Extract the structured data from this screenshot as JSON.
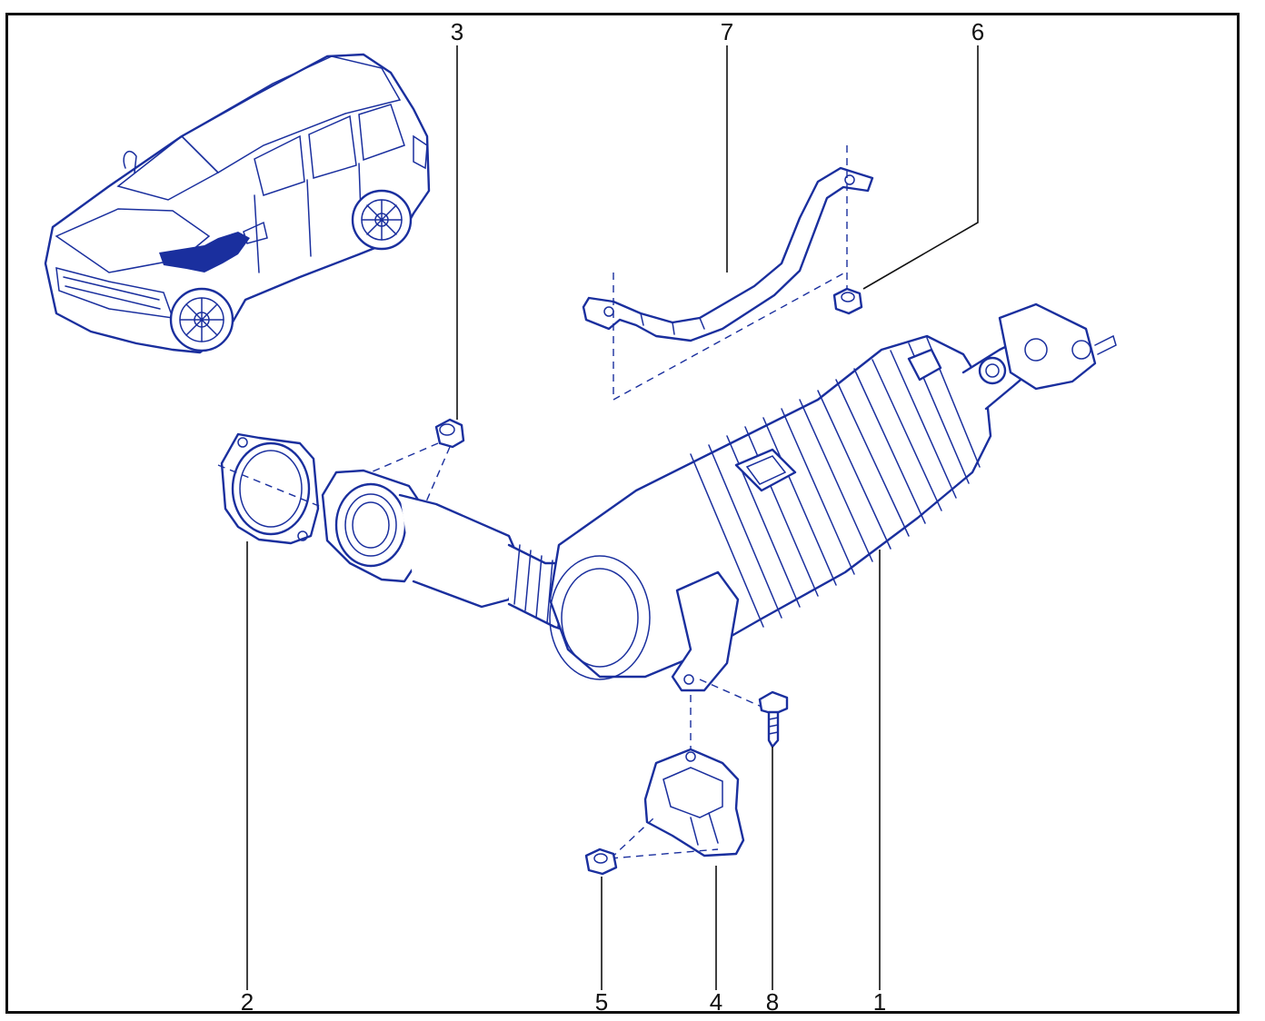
{
  "callouts": [
    {
      "id": "1",
      "label": "1"
    },
    {
      "id": "2",
      "label": "2"
    },
    {
      "id": "3",
      "label": "3"
    },
    {
      "id": "4",
      "label": "4"
    },
    {
      "id": "5",
      "label": "5"
    },
    {
      "id": "6",
      "label": "6"
    },
    {
      "id": "7",
      "label": "7"
    },
    {
      "id": "8",
      "label": "8"
    }
  ],
  "colors": {
    "line_art": "#1a2f9e",
    "callout_text": "#111111",
    "frame": "#111111",
    "background": "#ffffff"
  }
}
